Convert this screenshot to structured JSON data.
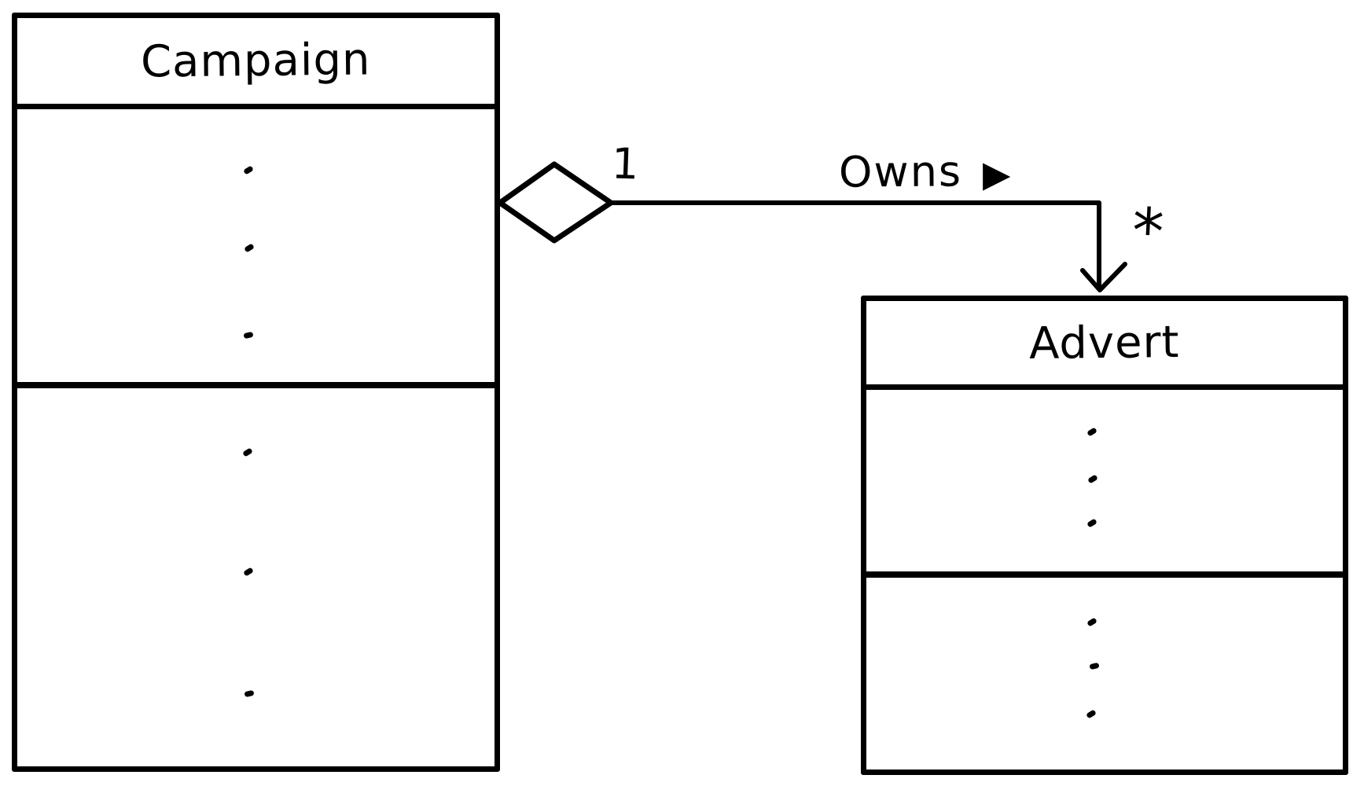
{
  "diagram": {
    "kind": "uml-class-diagram",
    "background_color": "#ffffff",
    "stroke_color": "#000000",
    "classes": [
      {
        "name": "Campaign",
        "attribute_placeholder_dots": 3,
        "method_placeholder_dots": 3
      },
      {
        "name": "Advert",
        "attribute_placeholder_dots": 3,
        "method_placeholder_dots": 3
      }
    ],
    "relationship": {
      "type": "aggregation",
      "from": "Campaign",
      "to": "Advert",
      "label": "Owns",
      "direction_icon": "▶",
      "source_multiplicity": "1",
      "target_multiplicity": "*"
    }
  }
}
